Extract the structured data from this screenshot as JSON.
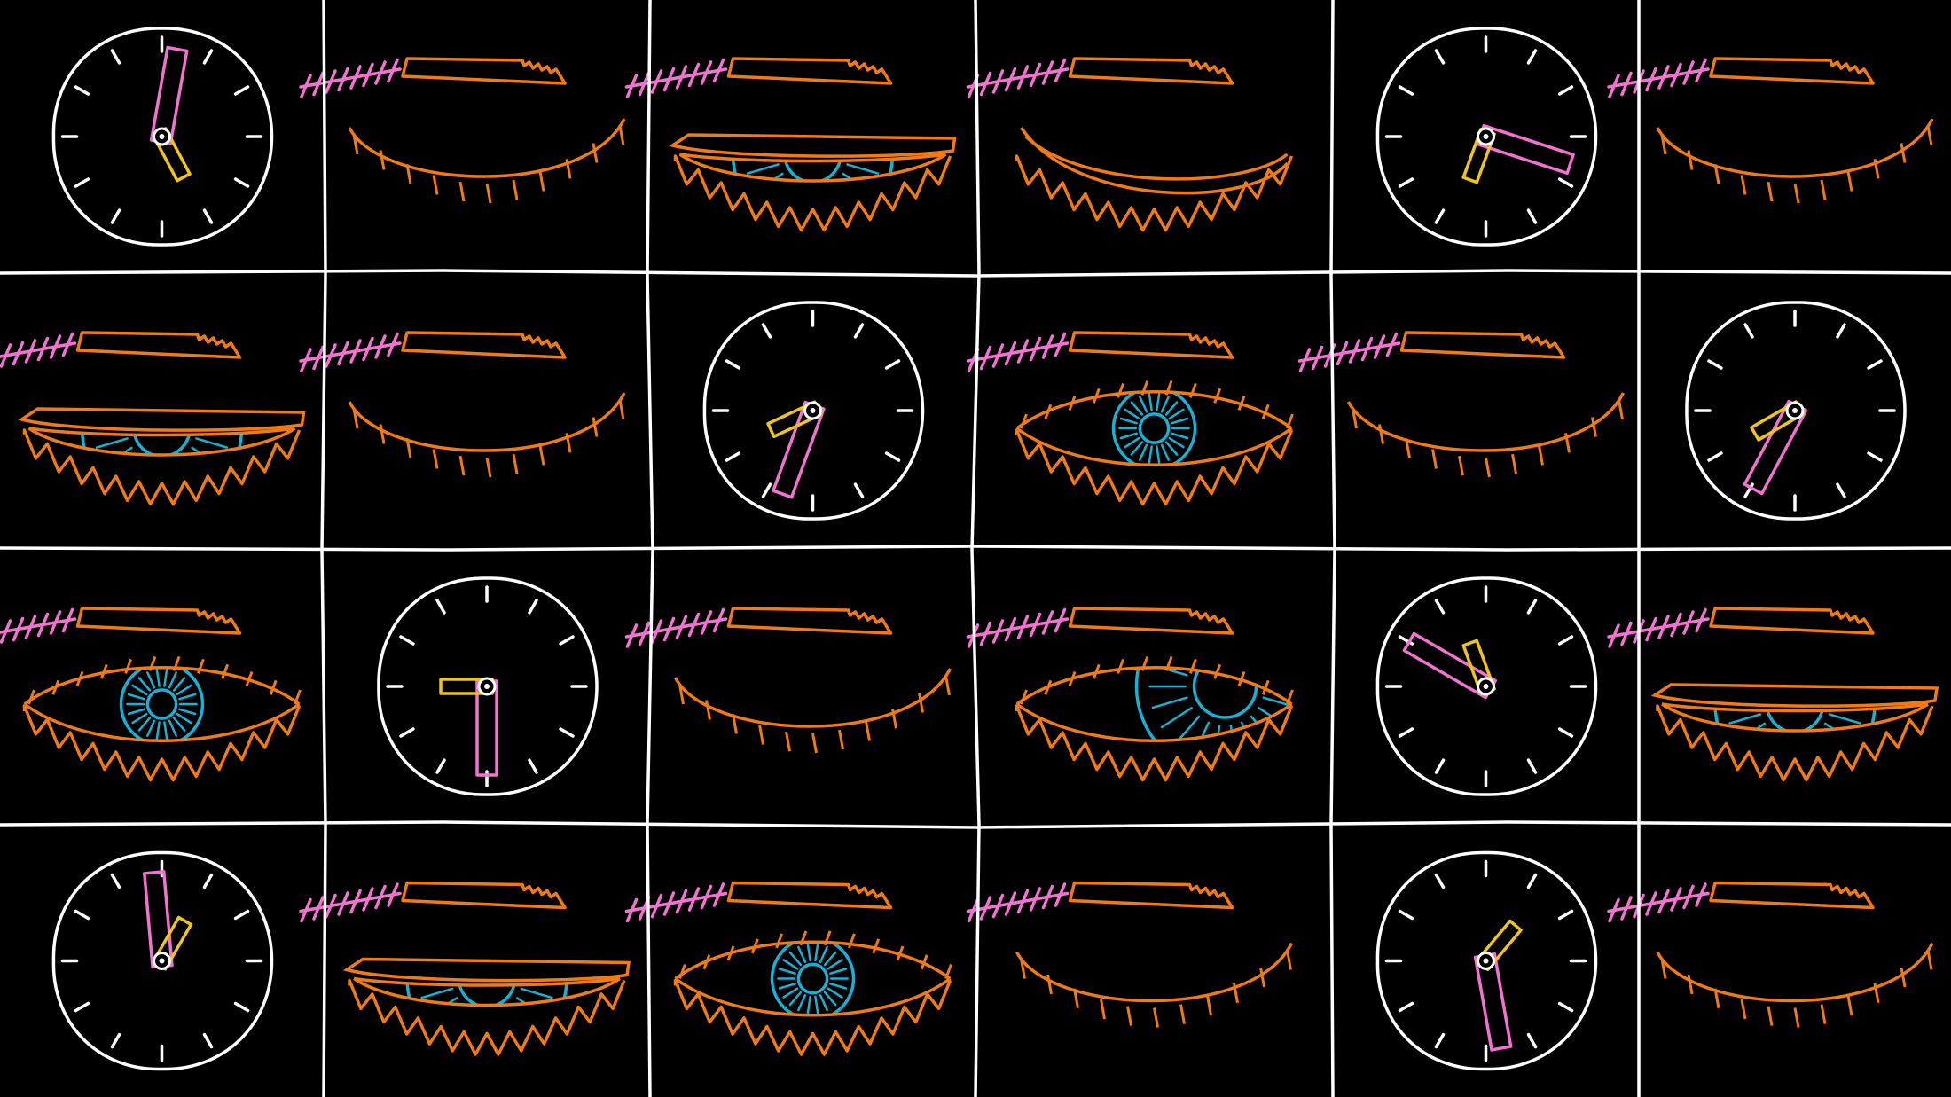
{
  "colors": {
    "background": "#000000",
    "grid": "#ffffff",
    "clock_face": "#ffffff",
    "eye_outline": "#f07a17",
    "iris": "#1ab0d4",
    "eyebrow_hatch": "#f272d0",
    "hour_hand": "#f272d0",
    "minute_hand": "#f0c418"
  },
  "grid": {
    "rows": 4,
    "columns": 6
  },
  "tiles": [
    {
      "kind": "clock",
      "icon": "clock-icon",
      "hour_angle_deg": 10,
      "minute_angle_deg": 152
    },
    {
      "kind": "eye",
      "icon": "closed-eye-icon",
      "state": "closed"
    },
    {
      "kind": "eye",
      "icon": "half-closed-eye-icon",
      "state": "half-closed"
    },
    {
      "kind": "eye",
      "icon": "closed-eye-icon",
      "state": "closing"
    },
    {
      "kind": "clock",
      "icon": "clock-icon",
      "hour_angle_deg": 108,
      "minute_angle_deg": 200
    },
    {
      "kind": "eye",
      "icon": "closed-eye-icon",
      "state": "closed"
    },
    {
      "kind": "eye",
      "icon": "half-closed-eye-icon",
      "state": "half-closed"
    },
    {
      "kind": "eye",
      "icon": "closed-eye-icon",
      "state": "closed"
    },
    {
      "kind": "clock",
      "icon": "clock-icon",
      "hour_angle_deg": 200,
      "minute_angle_deg": 245
    },
    {
      "kind": "eye",
      "icon": "open-eye-icon",
      "state": "open"
    },
    {
      "kind": "eye",
      "icon": "closed-eye-icon",
      "state": "closed"
    },
    {
      "kind": "clock",
      "icon": "clock-icon",
      "hour_angle_deg": 208,
      "minute_angle_deg": 240
    },
    {
      "kind": "eye",
      "icon": "open-eye-icon",
      "state": "open"
    },
    {
      "kind": "clock",
      "icon": "clock-icon",
      "hour_angle_deg": 180,
      "minute_angle_deg": 270
    },
    {
      "kind": "eye",
      "icon": "closed-eye-icon",
      "state": "closed"
    },
    {
      "kind": "eye",
      "icon": "looking-eye-icon",
      "state": "looking"
    },
    {
      "kind": "clock",
      "icon": "clock-icon",
      "hour_angle_deg": 300,
      "minute_angle_deg": 340
    },
    {
      "kind": "eye",
      "icon": "half-closed-eye-icon",
      "state": "half-closed"
    },
    {
      "kind": "clock",
      "icon": "clock-icon",
      "hour_angle_deg": 355,
      "minute_angle_deg": 30
    },
    {
      "kind": "eye",
      "icon": "half-closed-eye-icon",
      "state": "squint"
    },
    {
      "kind": "eye",
      "icon": "open-eye-icon",
      "state": "open"
    },
    {
      "kind": "eye",
      "icon": "closed-eye-icon",
      "state": "closed"
    },
    {
      "kind": "clock",
      "icon": "clock-icon",
      "hour_angle_deg": 170,
      "minute_angle_deg": 40
    },
    {
      "kind": "eye",
      "icon": "closed-eye-icon",
      "state": "closed"
    }
  ]
}
